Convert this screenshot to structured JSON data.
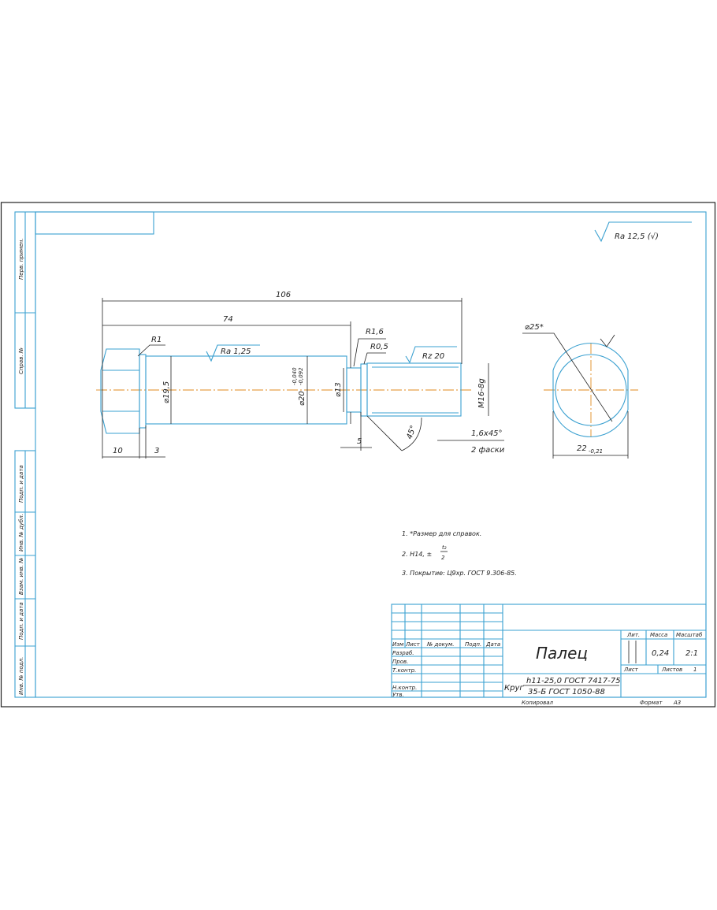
{
  "drawing": {
    "roughness_general": "Ra 12,5 (√)",
    "dimensions": {
      "total_length": "106",
      "length_74": "74",
      "radius_r1": "R1",
      "radius_r16": "R1,6",
      "radius_r05": "R0,5",
      "roughness_body": "Ra 1,25",
      "roughness_thread": "Rz 20",
      "dia_195": "⌀19,5",
      "dia_20": "⌀20",
      "dia_20_tol_upper": "-0,040",
      "dia_20_tol_lower": "-0,092",
      "dia_13": "⌀13",
      "thread": "M16-8g",
      "head_length": "10",
      "collar": "3",
      "neck": "5",
      "angle": "45°",
      "chamfer": "1,6x45°",
      "chamfer_note": "2 фаски",
      "dia_25": "⌀25*",
      "flats": "22",
      "flats_tol": "-0,21"
    },
    "notes": [
      "1.  *Размер для справок.",
      "2. H14, ±",
      "3. Покрытие: Ц9хр. ГОСТ 9.306-85."
    ],
    "note2_fraction_top": "t₂",
    "note2_fraction_bottom": "2"
  },
  "side_strip": [
    "Перв. примен.",
    "Справ. №",
    "Подп. и дата",
    "Инв. № дубл.",
    "Взам. инв. №",
    "Подп. и дата",
    "Инв. № подл."
  ],
  "title_block": {
    "headers": [
      "Изм",
      "Лист",
      "№ докум.",
      "Подп.",
      "Дата"
    ],
    "roles": [
      "Разраб.",
      "Пров.",
      "Т.контр.",
      "",
      "Н.контр.",
      "Утв."
    ],
    "part_name": "Палец",
    "lit_label": "Лит.",
    "mass_label": "Масса",
    "scale_label": "Масштаб",
    "mass": "0,24",
    "scale": "2:1",
    "sheet_label": "Лист",
    "sheets_label": "Листов",
    "sheets": "1",
    "material_prefix": "Круг",
    "material_top": "h11-25,0 ГОСТ 7417-75",
    "material_bottom": "35-Б ГОСТ 1050-88",
    "copied": "Копировал",
    "format_label": "Формат",
    "format": "А3"
  }
}
